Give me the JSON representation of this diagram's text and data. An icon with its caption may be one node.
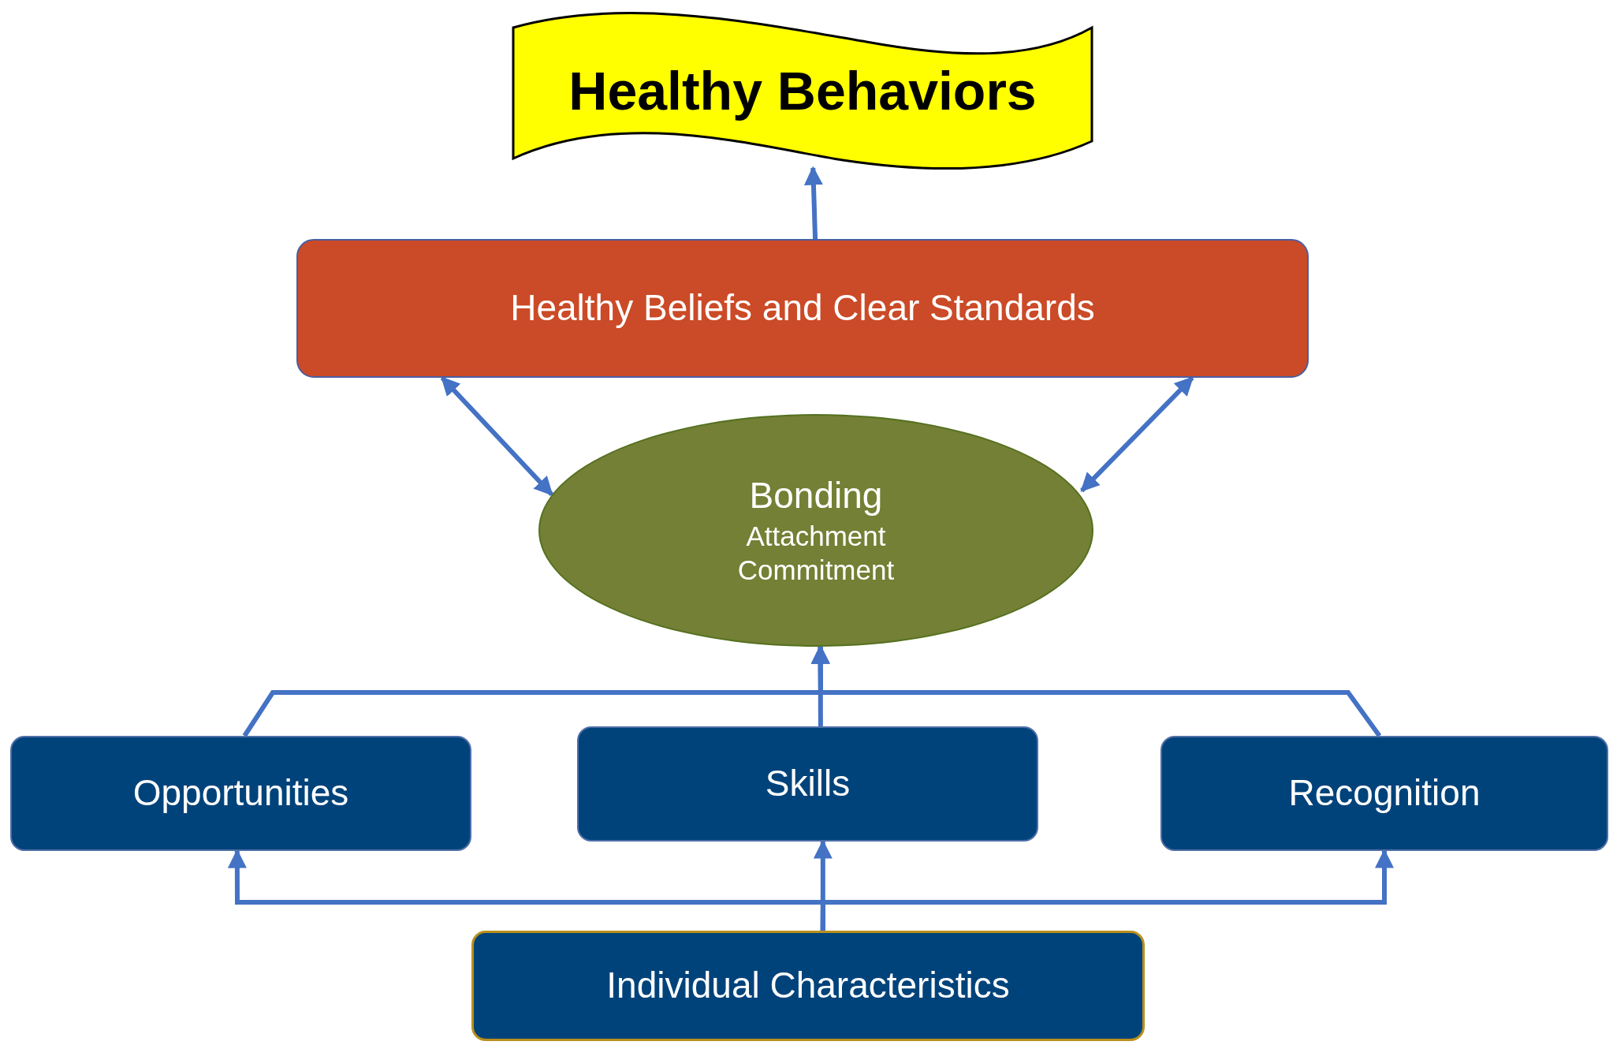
{
  "diagram": {
    "nodes": [
      {
        "text": [
          "Healthy Behaviors"
        ]
      },
      {
        "text": [
          "Healthy Beliefs and Clear Standards"
        ]
      },
      {
        "text": [
          "Bonding",
          "Attachment Commitment"
        ]
      },
      {
        "text": [
          "Opportunities"
        ]
      },
      {
        "text": [
          "Skills"
        ]
      },
      {
        "text": [
          "Recognition"
        ]
      },
      {
        "text": [
          "Individual Characteristics"
        ]
      }
    ],
    "edges": [
      {
        "from": 1,
        "to": 0,
        "arrow": "to"
      },
      {
        "from": 1,
        "to": 2,
        "arrow": "both"
      },
      {
        "from": 1,
        "to": 2,
        "arrow": "both"
      },
      {
        "from": 3,
        "to": 2,
        "arrow": "to"
      },
      {
        "from": 4,
        "to": 2,
        "arrow": "to"
      },
      {
        "from": 5,
        "to": 2,
        "arrow": "to"
      },
      {
        "from": 6,
        "to": 3,
        "arrow": "to"
      },
      {
        "from": 6,
        "to": 4,
        "arrow": "to"
      },
      {
        "from": 6,
        "to": 5,
        "arrow": "to"
      }
    ]
  }
}
